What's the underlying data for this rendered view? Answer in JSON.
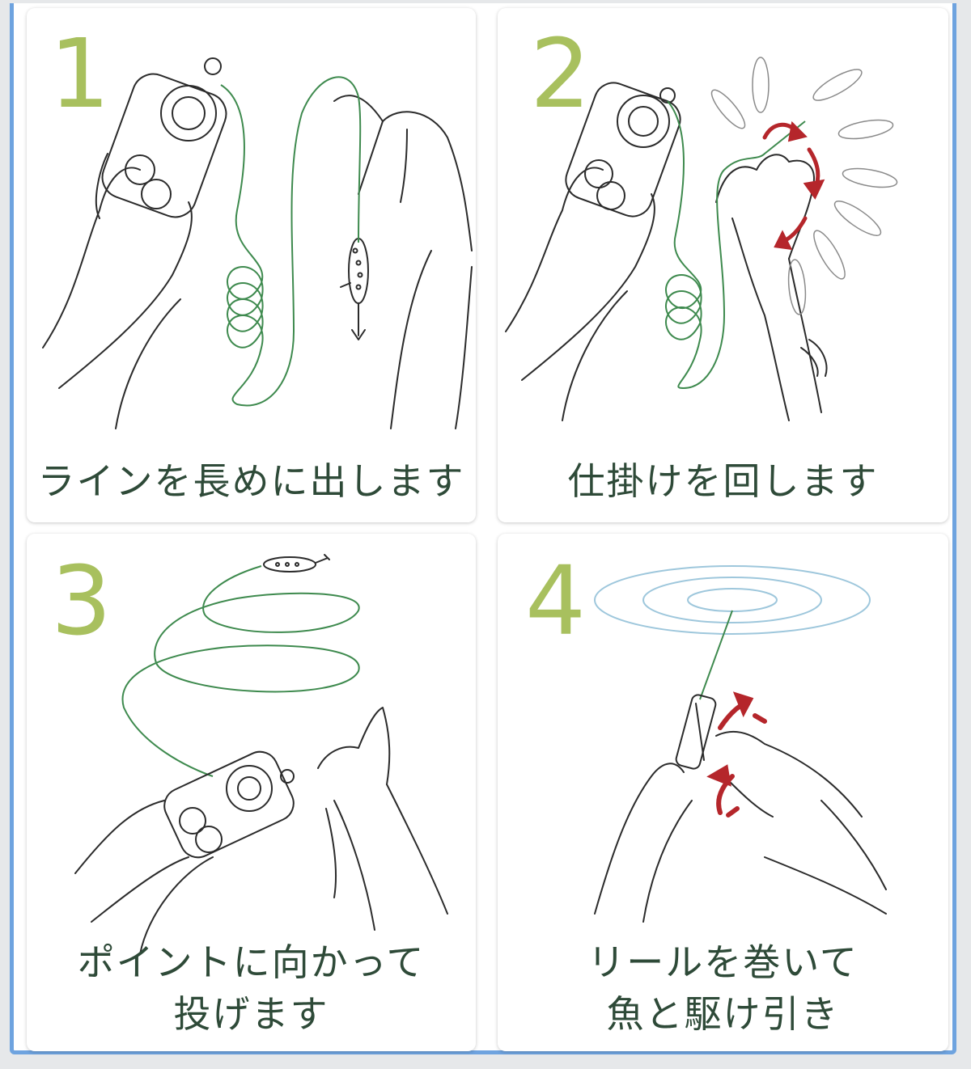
{
  "steps": [
    {
      "number": "1",
      "caption_lines": [
        "ラインを長めに出します"
      ]
    },
    {
      "number": "2",
      "caption_lines": [
        "仕掛けを回します"
      ]
    },
    {
      "number": "3",
      "caption_lines": [
        "ポイントに向かって",
        "投げます"
      ]
    },
    {
      "number": "4",
      "caption_lines": [
        "リールを巻いて",
        "魚と駆け引き"
      ]
    }
  ],
  "colors": {
    "number": "#a8c05e",
    "caption": "#2e4a38",
    "line": "#3e8a4e",
    "arrow": "#b5262b",
    "ripple": "#9ec7dc",
    "border": "#6ea3df"
  },
  "icons": [
    "reel-icon",
    "hand-icon",
    "lure-icon",
    "rotation-arrow-icon",
    "ripple-icon"
  ]
}
